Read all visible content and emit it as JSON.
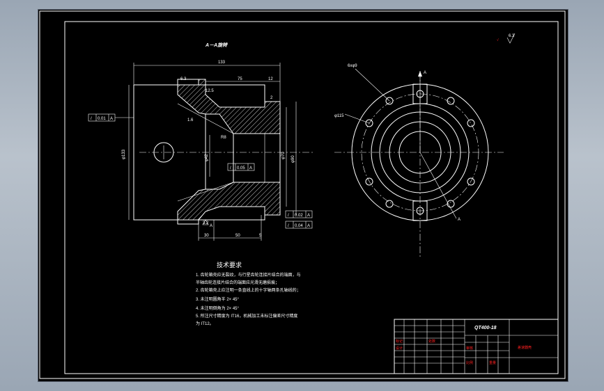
{
  "drawing": {
    "section_title": "A－A旋转",
    "surface_roughness": "6.3",
    "dimensions": {
      "d133": "133",
      "d75": "75",
      "d12": "12",
      "d2": "2",
      "d30": "30",
      "d50": "50",
      "d5": "5",
      "phi_outer": "φ133",
      "phi_right": "φ90",
      "phi_mid": "φ70",
      "phi_inner": "φ42",
      "d_r8": "R8",
      "roughness_a": "6.3",
      "roughness_b": "1.6",
      "roughness_c": "12.5",
      "roughness_d": "3.2",
      "holes": "6xφ9",
      "pcd": "φ115"
    },
    "gdt": {
      "g1": "0.01",
      "g1_ref": "A",
      "g2": "0.05",
      "g2_ref": "A",
      "g3": "0.02",
      "g3_ref": "A",
      "g4": "0.04",
      "g4_ref": "A"
    },
    "section_marker": "A",
    "datum_a": "A"
  },
  "notes": {
    "title": "技术要求",
    "lines": [
      "1. 齿轮箱壳应无裂纹，与行星齿轮连接片结合的端面，与",
      "半轴齿轮连接片结合的端面应光滑无磨损痕；",
      "2. 齿轮箱壳上应注明一条直线上的十字轴两条孔轴线的；",
      "3. 未注明圆角半 2× 45°",
      "4. 未注明倒角为 2× 45°",
      "5. 所注尺寸精度为 IT16，机械加工未标注偏差尺寸精度",
      "为 IT12。"
    ]
  },
  "title_block": {
    "part_name": "QT400-18",
    "drawing_name": "差速器壳",
    "label_a": "标记",
    "label_b": "处数",
    "label_c": "设计",
    "label_d": "审核",
    "label_e": "比例",
    "label_f": "重量"
  },
  "colors": {
    "background": "#000000",
    "frame": "#ffffff",
    "title_red": "#ff2020"
  }
}
